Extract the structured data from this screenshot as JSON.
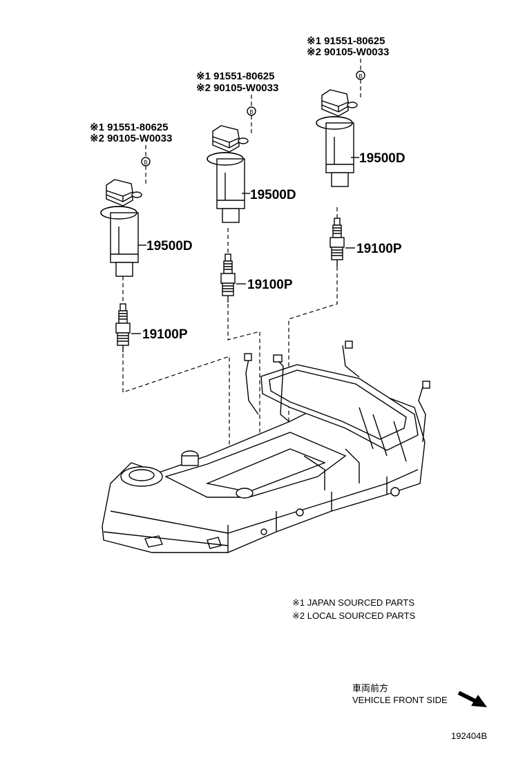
{
  "groups": [
    {
      "ref1": "※1 91551-80625",
      "ref2": "※2 90105-W0033",
      "bolt": "B",
      "coil": "19500D",
      "plug": "19100P"
    },
    {
      "ref1": "※1 91551-80625",
      "ref2": "※2 90105-W0033",
      "bolt": "B",
      "coil": "19500D",
      "plug": "19100P"
    },
    {
      "ref1": "※1 91551-80625",
      "ref2": "※2 90105-W0033",
      "bolt": "B",
      "coil": "19500D",
      "plug": "19100P"
    }
  ],
  "notes": {
    "japan": "※1 JAPAN SOURCED PARTS",
    "local": "※2 LOCAL SOURCED PARTS"
  },
  "front": {
    "jp": "車両前方",
    "en": "VEHICLE FRONT SIDE"
  },
  "diagram_id": "192404B"
}
